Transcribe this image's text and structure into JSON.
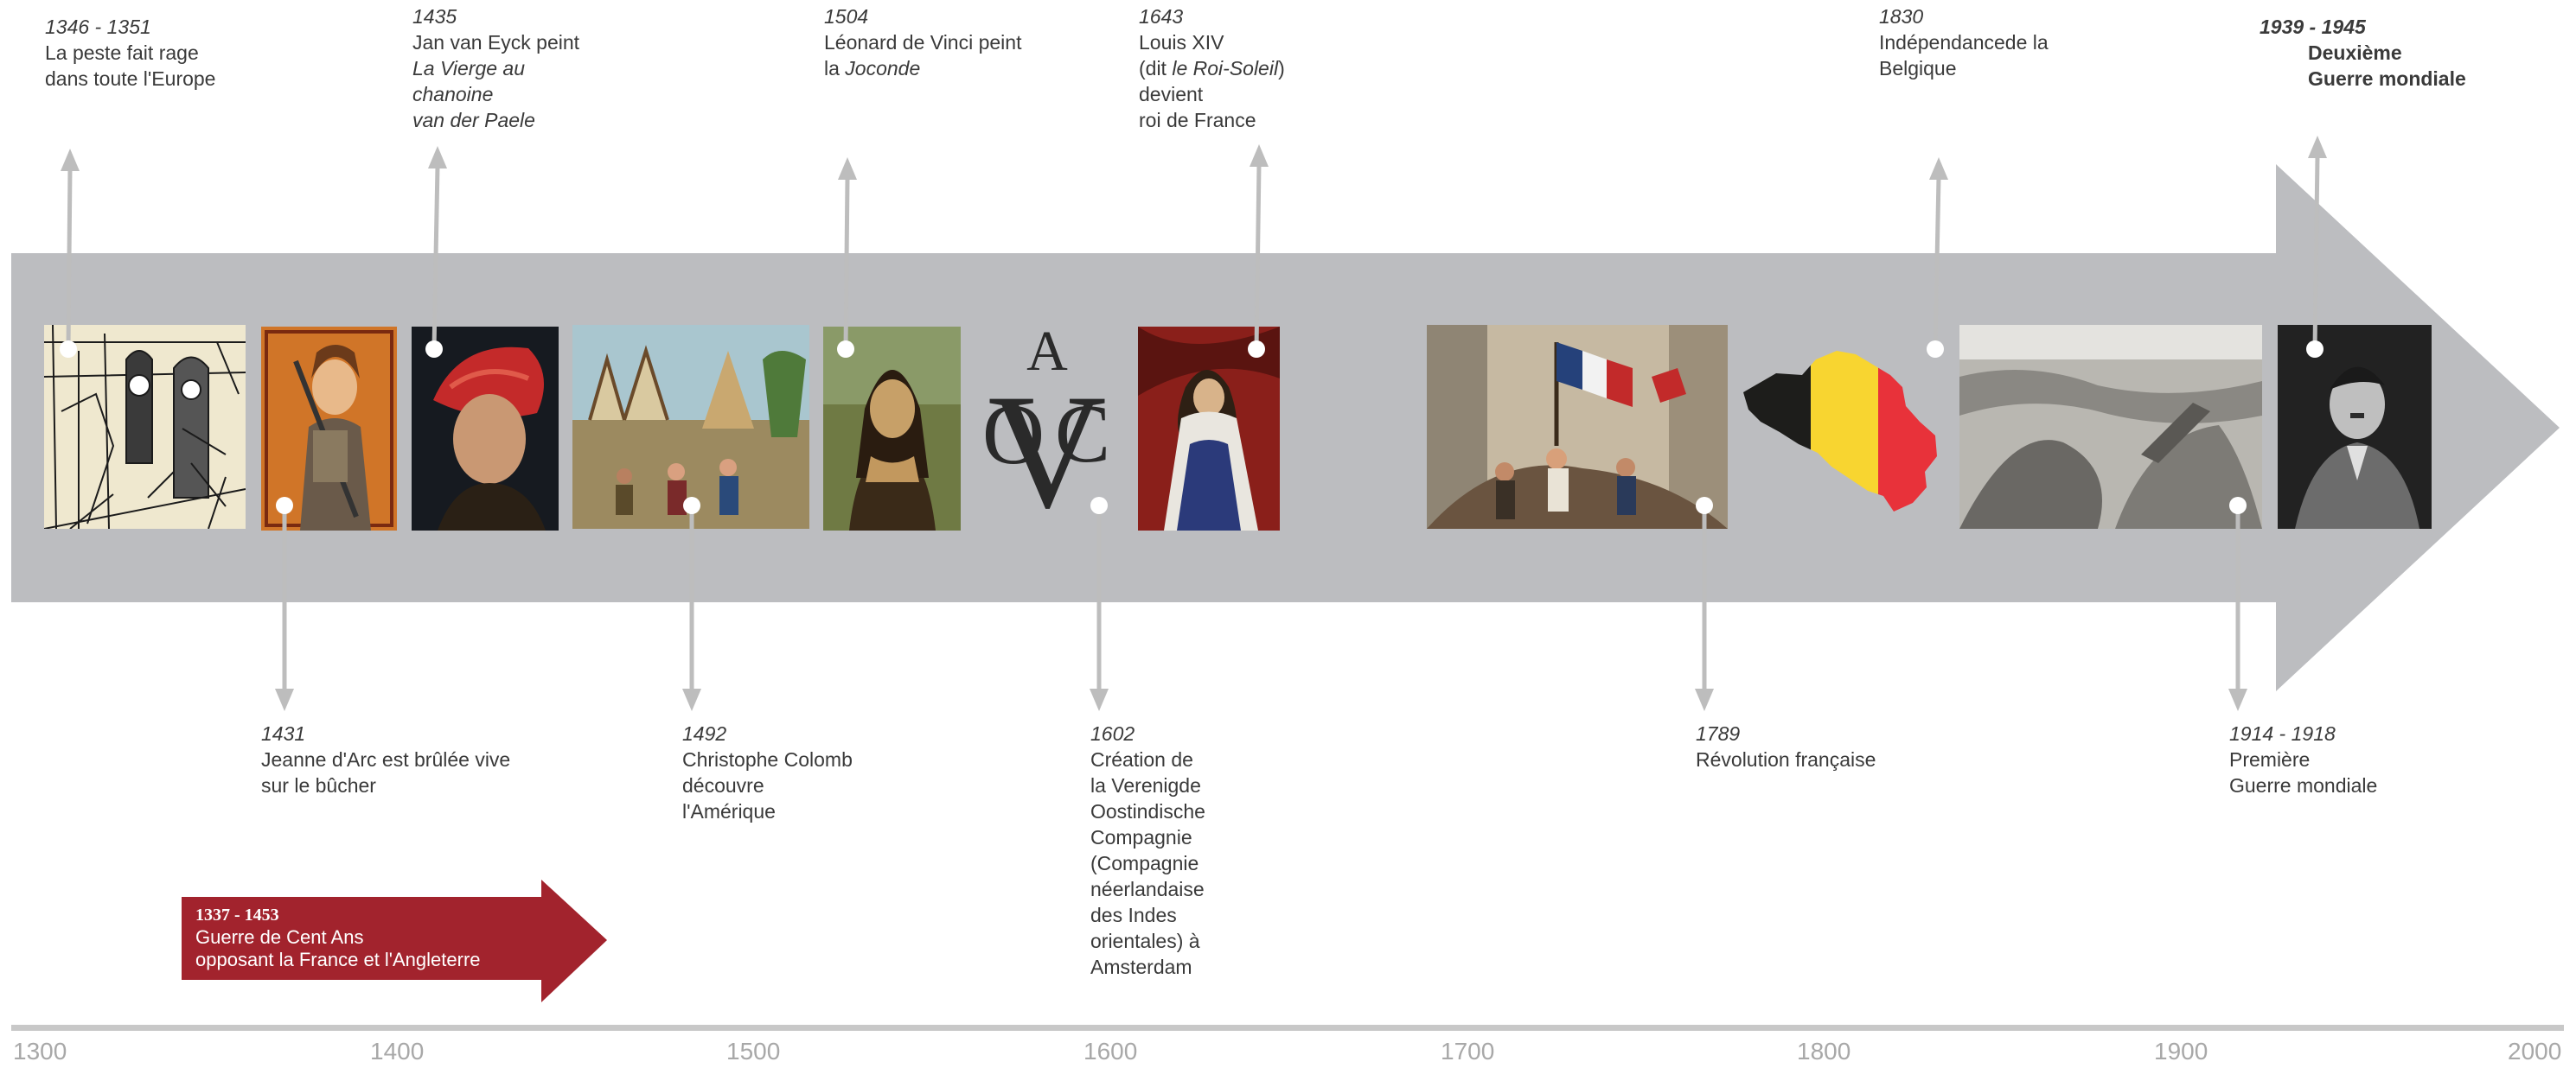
{
  "events": [
    {
      "id": "peste",
      "year": "1346 - 1351",
      "lines": [
        [
          "La peste fait rage"
        ],
        [
          "dans toute l'Europe"
        ]
      ]
    },
    {
      "id": "van-eyck",
      "year": "1435",
      "lines": [
        [
          "Jan van Eyck peint"
        ],
        [
          "",
          "La Vierge au"
        ],
        [
          "",
          "chanoine"
        ],
        [
          "",
          "van der Paele"
        ]
      ]
    },
    {
      "id": "vinci",
      "year": "1504",
      "lines": [
        [
          "Léonard de Vinci peint"
        ],
        [
          "la ",
          "Joconde"
        ]
      ]
    },
    {
      "id": "louis",
      "year": "1643",
      "lines": [
        [
          "Louis XIV"
        ],
        [
          "(dit ",
          "le Roi-Soleil",
          ")"
        ],
        [
          "devient"
        ],
        [
          "roi de France"
        ]
      ]
    },
    {
      "id": "belgique",
      "year": "1830",
      "lines": [
        [
          "Indépendancede la"
        ],
        [
          "Belgique"
        ]
      ]
    },
    {
      "id": "ww2",
      "year": "1939 - 1945",
      "lines": [
        [
          "Deuxième"
        ],
        [
          "Guerre mondiale"
        ]
      ]
    },
    {
      "id": "jeanne",
      "year": "1431",
      "lines": [
        [
          "Jeanne d'Arc est brûlée vive"
        ],
        [
          "sur le bûcher"
        ]
      ]
    },
    {
      "id": "colomb",
      "year": "1492",
      "lines": [
        [
          "Christophe Colomb"
        ],
        [
          "découvre"
        ],
        [
          "l'Amérique"
        ]
      ]
    },
    {
      "id": "voc",
      "year": "1602",
      "lines": [
        [
          "Création de"
        ],
        [
          "la Verenigde"
        ],
        [
          "Oostindische"
        ],
        [
          "Compagnie"
        ],
        [
          "(Compagnie"
        ],
        [
          "néerlandaise"
        ],
        [
          "des Indes"
        ],
        [
          "orientales) à"
        ],
        [
          "Amsterdam"
        ]
      ]
    },
    {
      "id": "revolution",
      "year": "1789",
      "lines": [
        [
          "Révolution française"
        ]
      ]
    },
    {
      "id": "ww1",
      "year": "1914 - 1918",
      "lines": [
        [
          "Première"
        ],
        [
          "Guerre mondiale"
        ]
      ]
    }
  ],
  "period": {
    "year": "1337 - 1453",
    "line1": "Guerre de Cent Ans",
    "line2": "opposant la France et l'Angleterre",
    "color": "#a2232d"
  },
  "axis": {
    "ticks": [
      "1300",
      "1400",
      "1500",
      "1600",
      "1700",
      "1800",
      "1900",
      "2000"
    ]
  },
  "images": [
    {
      "id": "danse-macabre",
      "icon": "danse-macabre-woodcut"
    },
    {
      "id": "jeanne-portrait",
      "icon": "joan-of-arc-portrait"
    },
    {
      "id": "van-eyck-portrait",
      "icon": "man-in-red-turban-portrait"
    },
    {
      "id": "colomb-scene",
      "icon": "columbus-landing-painting"
    },
    {
      "id": "mona-lisa",
      "icon": "mona-lisa-portrait"
    },
    {
      "id": "voc-logo",
      "icon": "voc-monogram-logo",
      "text": [
        "V",
        "O",
        "C",
        "A"
      ]
    },
    {
      "id": "louis-portrait",
      "icon": "louis-xiv-portrait"
    },
    {
      "id": "revolution-scene",
      "icon": "revolution-painting"
    },
    {
      "id": "belgium-map",
      "icon": "belgium-flag-map"
    },
    {
      "id": "trench-photo",
      "icon": "ww1-trench-photo"
    },
    {
      "id": "hitler-photo",
      "icon": "ww2-leader-photo"
    }
  ],
  "colors": {
    "band": "#bcbdc0",
    "connector": "#bdbdbd",
    "axis": "#c8c8c8",
    "tick": "#a8a8a8"
  }
}
